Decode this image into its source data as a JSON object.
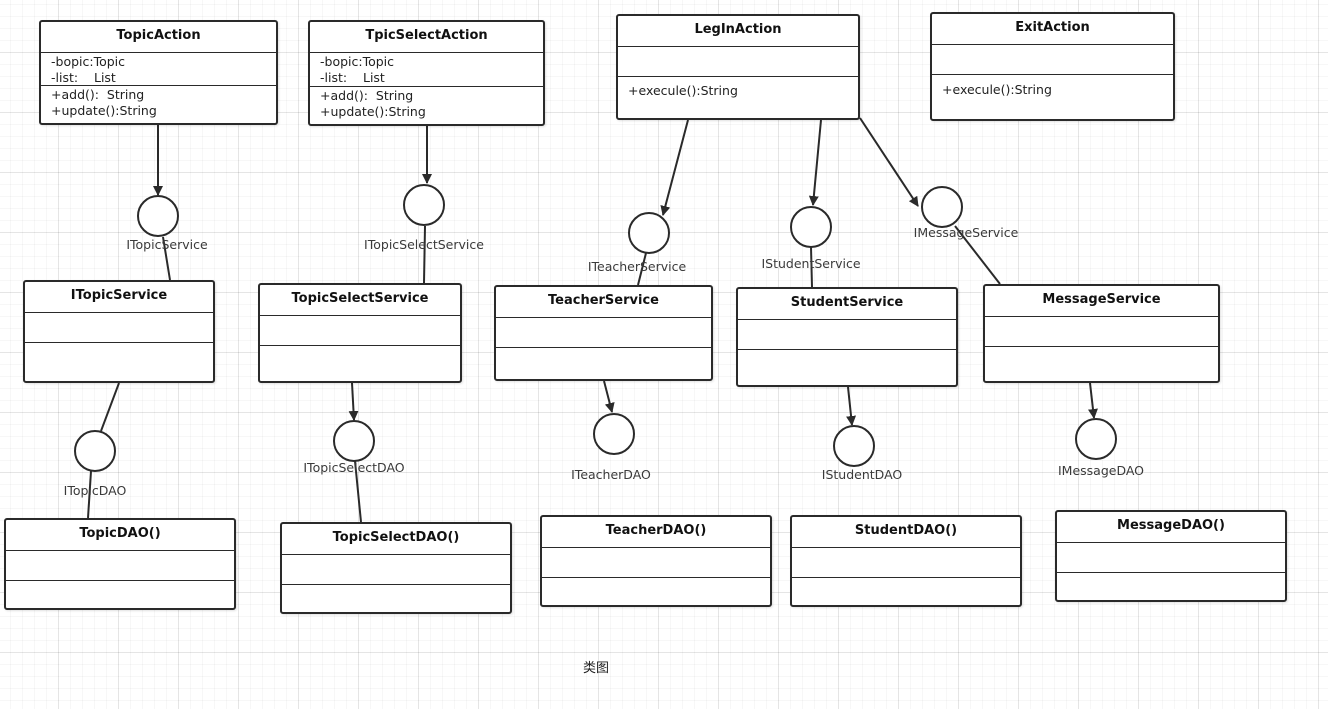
{
  "classes": [
    {
      "id": "topic-action",
      "name": "TopicAction",
      "attributes": [
        "-bopic:Topic",
        "-list:    List"
      ],
      "operations": [
        "+add():  String",
        "+update():String"
      ]
    },
    {
      "id": "tpic-select-action",
      "name": "TpicSelectAction",
      "attributes": [
        "-bopic:Topic",
        "-list:    List"
      ],
      "operations": [
        "+add():  String",
        "+update():String"
      ]
    },
    {
      "id": "legin-action",
      "name": "LegInAction",
      "attributes": [],
      "operations": [
        "+execule():String"
      ]
    },
    {
      "id": "exit-action",
      "name": "ExitAction",
      "attributes": [],
      "operations": [
        "+execule():String"
      ]
    },
    {
      "id": "itopic-service-class",
      "name": "ITopicService",
      "attributes": [],
      "operations": []
    },
    {
      "id": "topic-select-service",
      "name": "TopicSelectService",
      "attributes": [],
      "operations": []
    },
    {
      "id": "teacher-service",
      "name": "TeacherService",
      "attributes": [],
      "operations": []
    },
    {
      "id": "student-service",
      "name": "StudentService",
      "attributes": [],
      "operations": []
    },
    {
      "id": "message-service",
      "name": "MessageService",
      "attributes": [],
      "operations": []
    },
    {
      "id": "topic-dao",
      "name": "TopicDAO()",
      "attributes": [],
      "operations": []
    },
    {
      "id": "topic-select-dao",
      "name": "TopicSelectDAO()",
      "attributes": [],
      "operations": []
    },
    {
      "id": "teacher-dao",
      "name": "TeacherDAO()",
      "attributes": [],
      "operations": []
    },
    {
      "id": "student-dao",
      "name": "StudentDAO()",
      "attributes": [],
      "operations": []
    },
    {
      "id": "message-dao",
      "name": "MessageDAO()",
      "attributes": [],
      "operations": []
    }
  ],
  "interfaces": [
    {
      "id": "itopic-service",
      "label": "ITopicService"
    },
    {
      "id": "itopic-select-service",
      "label": "ITopicSelectService"
    },
    {
      "id": "iteacher-service",
      "label": "ITeacherService"
    },
    {
      "id": "istudent-service",
      "label": "IStudentService"
    },
    {
      "id": "imessage-service",
      "label": "IMessageService"
    },
    {
      "id": "itopic-dao",
      "label": "ITopicDAO"
    },
    {
      "id": "itopic-select-dao",
      "label": "ITopicSelectDAO"
    },
    {
      "id": "iteacher-dao",
      "label": "ITeacherDAO"
    },
    {
      "id": "istudent-dao",
      "label": "IStudentDAO"
    },
    {
      "id": "imessage-dao",
      "label": "IMessageDAO"
    }
  ],
  "caption": "类图",
  "colors": {
    "line": "#2a2a2a",
    "grid": "#e9e9e9"
  }
}
